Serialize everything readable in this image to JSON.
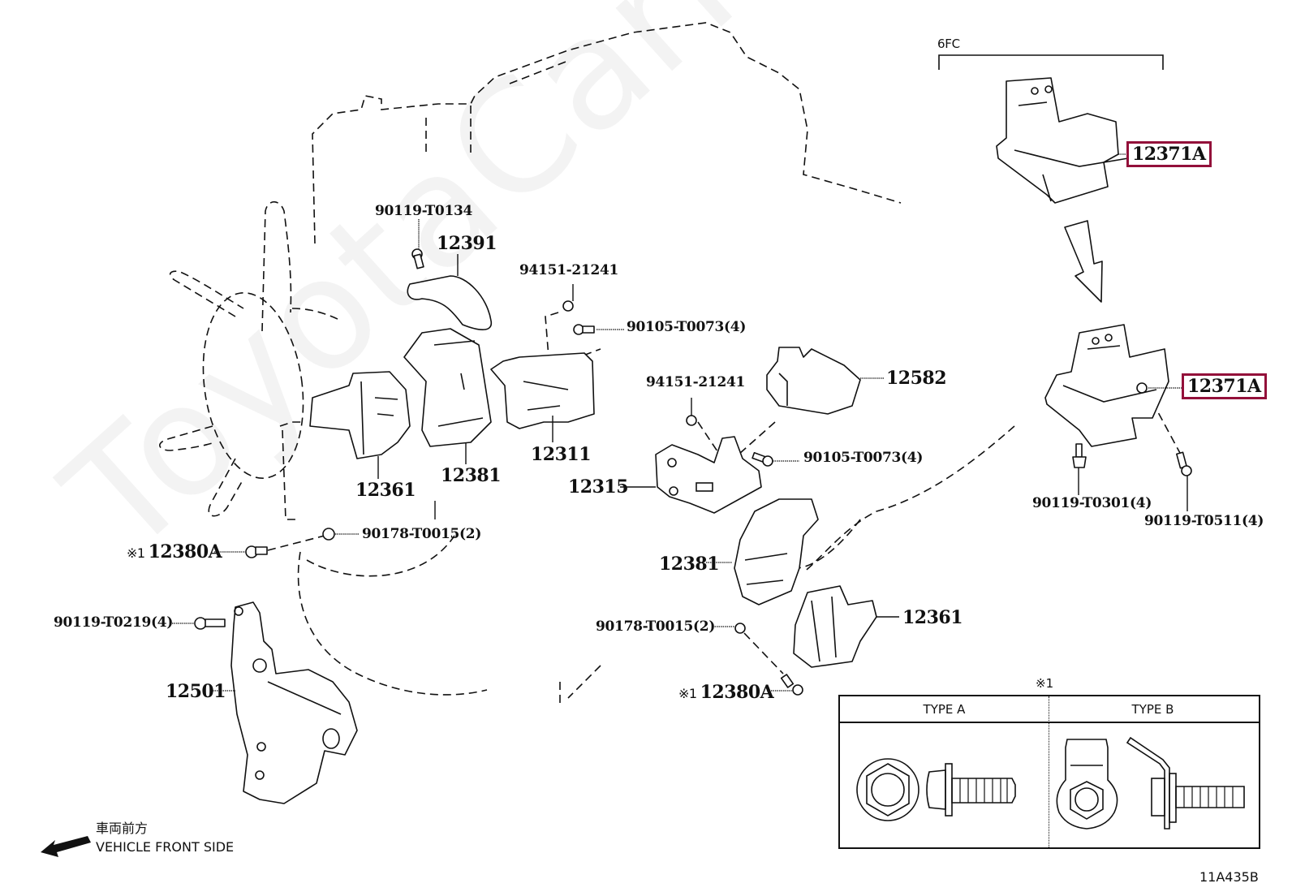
{
  "diagram": {
    "title": "Engine mounting parts diagram",
    "watermark": "ToyotaCarMine.ru",
    "figure_code": "11A435B",
    "variant_bracket_label": "6FC",
    "highlight_color": "#93103a",
    "direction_note": {
      "japanese": "車両前方",
      "english": "VEHICLE FRONT SIDE",
      "arrow_icon": "left-arrow-icon"
    },
    "reference_mark": "※1",
    "parts": [
      {
        "id": "p-12371A-top",
        "part_number": "12371A",
        "highlighted": true
      },
      {
        "id": "p-12371A-mid",
        "part_number": "12371A",
        "highlighted": true
      },
      {
        "id": "p-90119-T0301",
        "part_number": "90119-T0301(4)"
      },
      {
        "id": "p-90119-T0511",
        "part_number": "90119-T0511(4)"
      },
      {
        "id": "p-90119-T0134",
        "part_number": "90119-T0134"
      },
      {
        "id": "p-12391",
        "part_number": "12391"
      },
      {
        "id": "p-94151-21241-a",
        "part_number": "94151-21241"
      },
      {
        "id": "p-90105-T0073-a",
        "part_number": "90105-T0073(4)"
      },
      {
        "id": "p-12361-a",
        "part_number": "12361"
      },
      {
        "id": "p-12381-a",
        "part_number": "12381"
      },
      {
        "id": "p-12311",
        "part_number": "12311"
      },
      {
        "id": "p-12582",
        "part_number": "12582"
      },
      {
        "id": "p-94151-21241-b",
        "part_number": "94151-21241"
      },
      {
        "id": "p-90105-T0073-b",
        "part_number": "90105-T0073(4)"
      },
      {
        "id": "p-12315",
        "part_number": "12315"
      },
      {
        "id": "p-12380A-a",
        "part_number": "12380A",
        "reference": "※1"
      },
      {
        "id": "p-90178-T0015-a",
        "part_number": "90178-T0015(2)"
      },
      {
        "id": "p-12381-b",
        "part_number": "12381"
      },
      {
        "id": "p-90119-T0219",
        "part_number": "90119-T0219(4)"
      },
      {
        "id": "p-12501",
        "part_number": "12501"
      },
      {
        "id": "p-90178-T0015-b",
        "part_number": "90178-T0015(2)"
      },
      {
        "id": "p-12361-b",
        "part_number": "12361"
      },
      {
        "id": "p-12380A-b",
        "part_number": "12380A",
        "reference": "※1"
      }
    ],
    "legend": {
      "reference_mark": "※1",
      "columns": [
        {
          "label": "TYPE A",
          "icon": "flange-bolt-type-a-icon"
        },
        {
          "label": "TYPE B",
          "icon": "bolt-with-tab-type-b-icon"
        }
      ]
    }
  }
}
